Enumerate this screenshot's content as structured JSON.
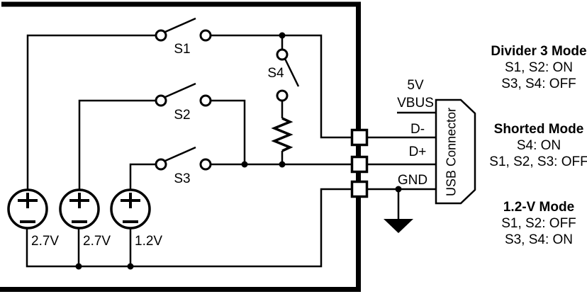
{
  "diagram": {
    "switches": {
      "s1": "S1",
      "s2": "S2",
      "s3": "S3",
      "s4": "S4"
    },
    "sources": [
      {
        "label": "2.7V"
      },
      {
        "label": "2.7V"
      },
      {
        "label": "1.2V"
      }
    ],
    "usb": {
      "supply_note": "5V",
      "pins": {
        "vbus": "VBUS",
        "dminus": "D-",
        "dplus": "D+",
        "gnd": "GND"
      },
      "connector_label": "USB Connector"
    }
  },
  "modes": [
    {
      "title": "Divider 3 Mode",
      "settings": [
        "S1, S2: ON",
        "S3, S4: OFF"
      ]
    },
    {
      "title": "Shorted Mode",
      "settings": [
        "S4: ON",
        "S1, S2, S3: OFF"
      ]
    },
    {
      "title": "1.2-V Mode",
      "settings": [
        "S1, S2: OFF",
        "S3, S4: ON"
      ]
    }
  ],
  "colors": {
    "ink": "#000000",
    "background": "#ffffff"
  }
}
